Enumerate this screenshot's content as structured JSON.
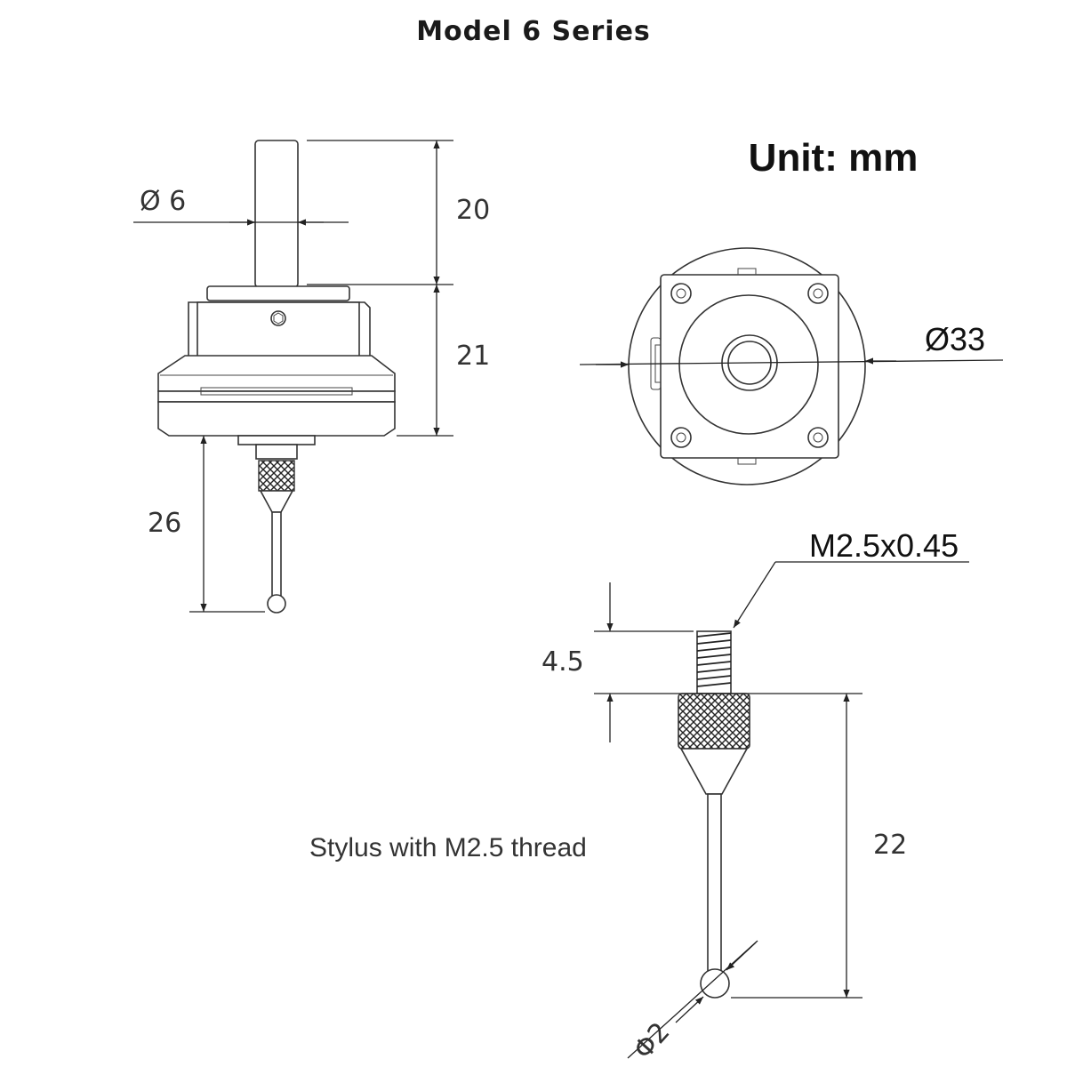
{
  "title": "Model 6 Series",
  "unit_label": "Unit: mm",
  "dimensions": {
    "shank_diameter": "Ø 6",
    "shank_length": "20",
    "body_height": "21",
    "stylus_length_installed": "26",
    "body_diameter": "Ø33",
    "thread_spec": "M2.5x0.45",
    "thread_length": "4.5",
    "stylus_length": "22",
    "ball_diameter": "Φ2"
  },
  "stylus_caption": "Stylus with M2.5 thread"
}
